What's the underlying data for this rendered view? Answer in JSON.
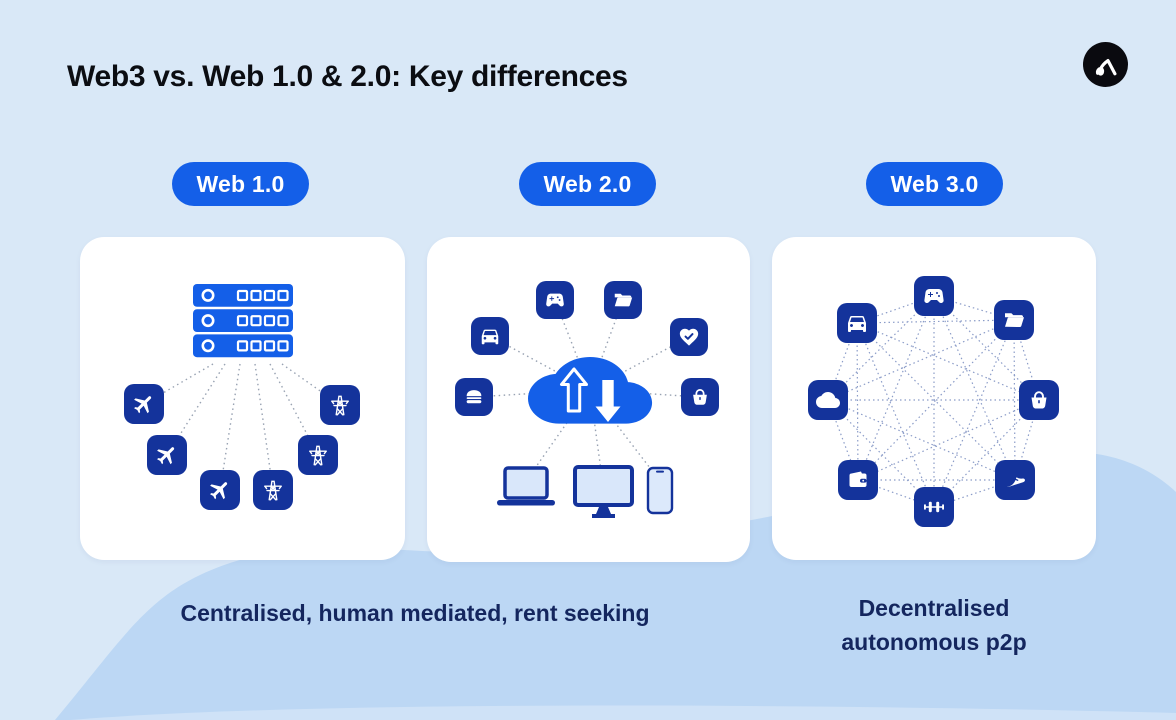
{
  "page": {
    "title": "Web3 vs. Web 1.0 & 2.0: Key differences"
  },
  "badges": [
    {
      "label": "Web 1.0"
    },
    {
      "label": "Web 2.0"
    },
    {
      "label": "Web 3.0"
    }
  ],
  "captions": {
    "web1_web2": "Centralised, human mediated, rent seeking",
    "web3": "Decentralised autonomous p2p"
  },
  "cards": [
    {
      "id": "web1",
      "badge": "Web 1.0",
      "icons": [
        "server-rack-icon",
        "airplane-icon",
        "airplane-icon",
        "airplane-icon",
        "transmission-tower-icon",
        "transmission-tower-icon",
        "transmission-tower-icon"
      ]
    },
    {
      "id": "web2",
      "badge": "Web 2.0",
      "icons": [
        "cloud-sync-icon",
        "gamepad-icon",
        "folder-icon",
        "car-icon",
        "heart-check-icon",
        "burger-icon",
        "handbag-icon",
        "laptop-icon",
        "monitor-icon",
        "smartphone-icon"
      ]
    },
    {
      "id": "web3",
      "badge": "Web 3.0",
      "icons": [
        "gamepad-icon",
        "car-icon",
        "folder-icon",
        "cloud-icon",
        "handbag-icon",
        "wallet-icon",
        "sneaker-icon",
        "dumbbell-icon"
      ]
    }
  ],
  "colors": {
    "background": "#d9e8f7",
    "blob": "#bcd7f4",
    "accent_blue": "#145FE8",
    "tile_navy": "#14339B",
    "text_navy": "#14265E",
    "card": "#FFFFFF",
    "logo_bg": "#0A0A0F"
  }
}
